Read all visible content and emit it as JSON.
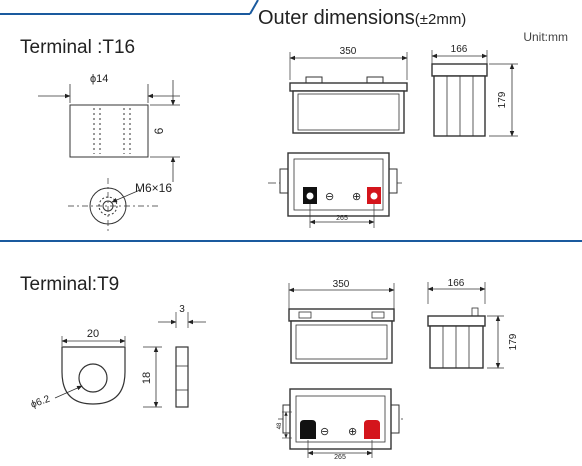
{
  "colors": {
    "accent_blue": "#1a5a9e",
    "stroke": "#333333",
    "text": "#222222",
    "negative": "#111111",
    "positive": "#d4151c"
  },
  "header": {
    "title_main": "Outer dimensions",
    "title_tol": "(±2mm)",
    "unit": "Unit:mm"
  },
  "top": {
    "terminal_title": "Terminal :T16",
    "dim_phi": "ϕ14",
    "dim_height": "6",
    "dim_bolt": "M6×16",
    "dim_length": "350",
    "dim_width": "166",
    "dim_total_height": "179",
    "dim_spacing": "265",
    "neg_symbol": "⊖",
    "pos_symbol": "⊕"
  },
  "bottom": {
    "terminal_title": "Terminal:T9",
    "dim_width": "20",
    "dim_hole": "ϕ6.2",
    "dim_height": "18",
    "dim_thickness": "3",
    "dim_length": "350",
    "dim_width_top": "166",
    "dim_total_height": "179",
    "dim_spacing": "265",
    "dim_side": "48",
    "neg_symbol": "⊖",
    "pos_symbol": "⊕"
  }
}
